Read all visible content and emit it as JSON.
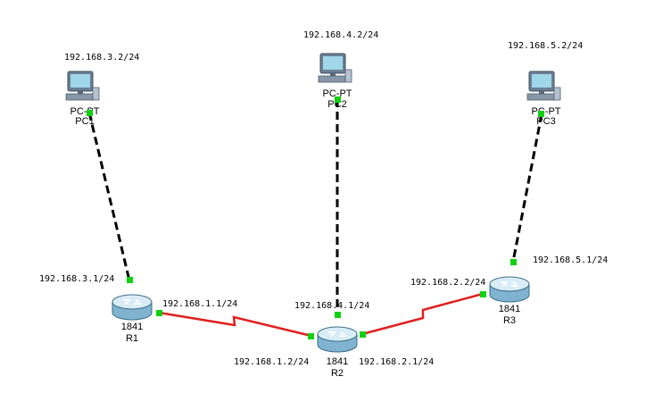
{
  "colors": {
    "ethernet": "#000000",
    "serial": "#e02020",
    "port": "#10d010",
    "pc_bezel": "#6b7f93",
    "pc_screen": "#9fd6ea",
    "router_body": "#7fb3cf",
    "router_top": "#d9ecf6",
    "background": "#ffffff"
  },
  "devices": {
    "pc1": {
      "model": "PC-PT",
      "name": "PC1",
      "icon": "pc-icon"
    },
    "pc2": {
      "model": "PC-PT",
      "name": "PC2",
      "icon": "pc-icon"
    },
    "pc3": {
      "model": "PC-PT",
      "name": "PC3",
      "icon": "pc-icon"
    },
    "r1": {
      "model": "1841",
      "name": "R1",
      "icon": "router-icon"
    },
    "r2": {
      "model": "1841",
      "name": "R2",
      "icon": "router-icon"
    },
    "r3": {
      "model": "1841",
      "name": "R3",
      "icon": "router-icon"
    }
  },
  "addresses": {
    "pc1": "192.168.3.2/24",
    "pc2": "192.168.4.2/24",
    "pc3": "192.168.5.2/24",
    "r1_lan": "192.168.3.1/24",
    "r1_wan": "192.168.1.1/24",
    "r2_left": "192.168.1.2/24",
    "r2_lan": "192.168.4.1/24",
    "r2_right": "192.168.2.1/24",
    "r3_wan": "192.168.2.2/24",
    "r3_lan": "192.168.5.1/24"
  },
  "links": [
    {
      "from": "PC1",
      "to": "R1",
      "type": "ethernet"
    },
    {
      "from": "PC2",
      "to": "R2",
      "type": "ethernet"
    },
    {
      "from": "PC3",
      "to": "R3",
      "type": "ethernet"
    },
    {
      "from": "R1",
      "to": "R2",
      "type": "serial"
    },
    {
      "from": "R2",
      "to": "R3",
      "type": "serial"
    }
  ]
}
